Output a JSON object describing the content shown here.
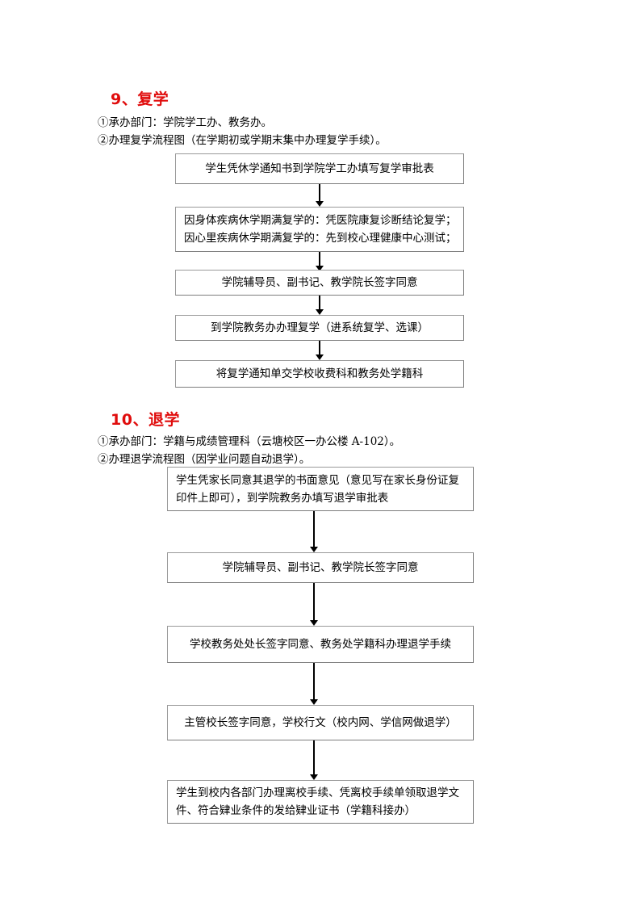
{
  "document": {
    "page_background": "#ffffff",
    "heading_color": "#E00C0C"
  },
  "sections": [
    {
      "heading": "9、复学",
      "lines": [
        "①承办部门：学院学工办、教务办。",
        "②办理复学流程图（在学期初或学期末集中办理复学手续）。"
      ],
      "flow_steps": [
        {
          "lines": [
            "学生凭休学通知书到学院学工办填写复学审批表"
          ],
          "align": "center"
        },
        {
          "lines": [
            "因身体疾病休学期满复学的：凭医院康复诊断结论复学；",
            "因心里疾病休学期满复学的：先到校心理健康中心测试；"
          ],
          "align": "left"
        },
        {
          "lines": [
            "学院辅导员、副书记、教学院长签字同意"
          ],
          "align": "center"
        },
        {
          "lines": [
            "到学院教务办办理复学（进系统复学、选课）"
          ],
          "align": "center"
        },
        {
          "lines": [
            "将复学通知单交学校收费科和教务处学籍科"
          ],
          "align": "center"
        }
      ]
    },
    {
      "heading": "10、退学",
      "lines": [
        "①承办部门：学籍与成绩管理科（云塘校区一办公楼 A-102）。",
        "②办理退学流程图（因学业问题自动退学）。"
      ],
      "flow_steps": [
        {
          "lines": [
            "学生凭家长同意其退学的书面意见（意见写在家长身份证复",
            "印件上即可），到学院教务办填写退学审批表"
          ],
          "align": "left"
        },
        {
          "lines": [
            "学院辅导员、副书记、教学院长签字同意"
          ],
          "align": "center"
        },
        {
          "lines": [
            "学校教务处处长签字同意、教务处学籍科办理退学手续"
          ],
          "align": "center"
        },
        {
          "lines": [
            "主管校长签字同意，学校行文（校内网、学信网做退学）"
          ],
          "align": "center"
        },
        {
          "lines": [
            "学生到校内各部门办理离校手续、凭离校手续单领取退学文",
            "件、符合肄业条件的发给肄业证书（学籍科接办）"
          ],
          "align": "left"
        }
      ]
    }
  ]
}
